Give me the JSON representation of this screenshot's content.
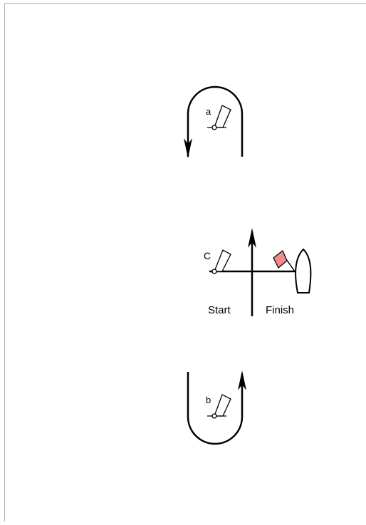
{
  "diagram": {
    "mark_a_label": "a",
    "mark_b_label": "b",
    "mark_c_label": "C",
    "start_label": "Start",
    "finish_label": "Finish"
  },
  "colors": {
    "line": "#000000",
    "flag": "#f28b8b",
    "frame": "#b0b0b0",
    "background": "#ffffff"
  },
  "icons": [
    "mark-buoy-icon",
    "committee-boat-icon",
    "flag-icon",
    "arrow-up-icon",
    "arrow-down-icon"
  ]
}
